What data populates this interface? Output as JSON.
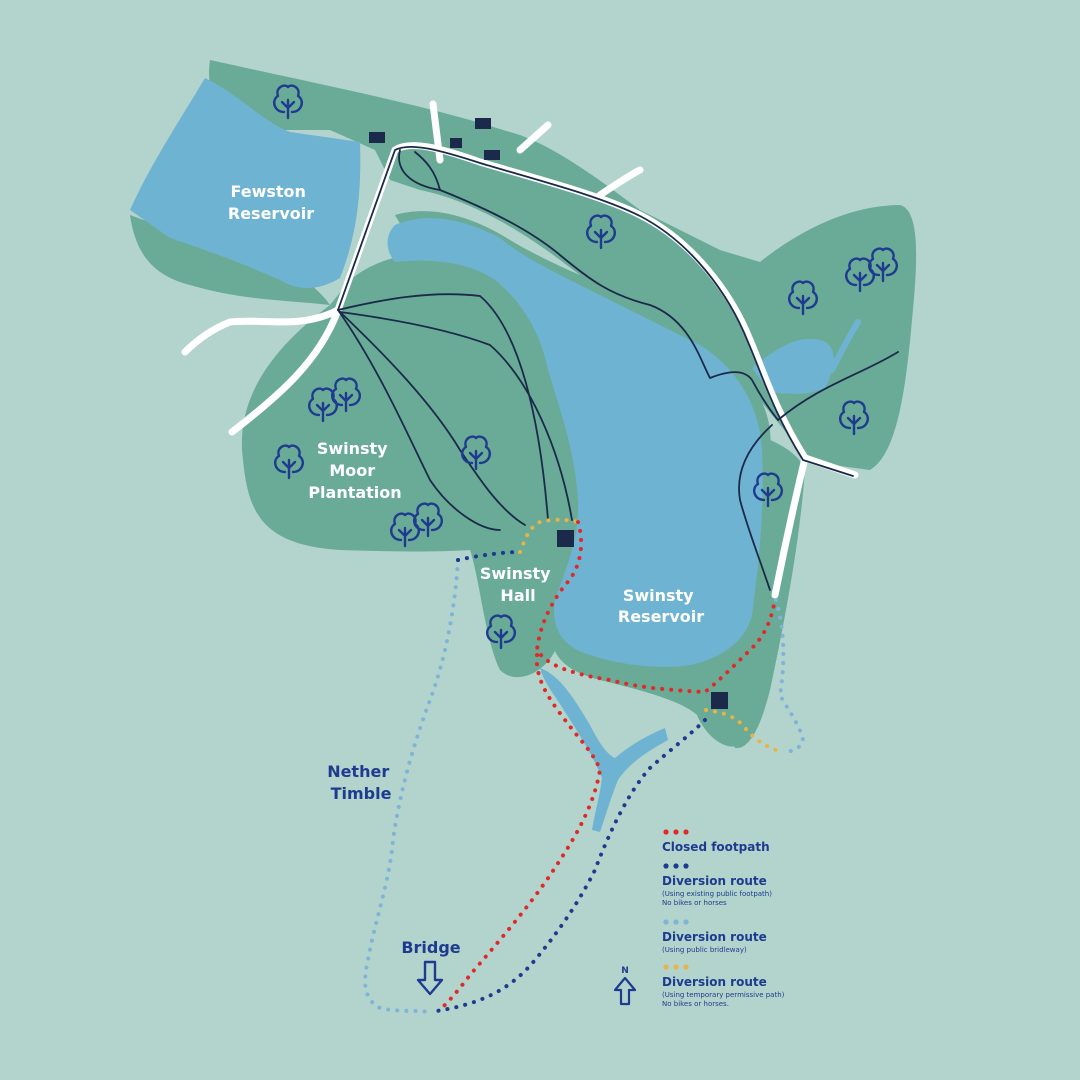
{
  "colors": {
    "background": "#b3d4cc",
    "land": "#6aab97",
    "water": "#6fb3d2",
    "road": "#ffffff",
    "track": "#1b2a4a",
    "building": "#1b2a4a",
    "tree": "#1f3b8f",
    "closed_footpath": "#e02a2a",
    "diversion_footpath": "#1f3b8f",
    "diversion_bridleway": "#7fb4d8",
    "diversion_permissive": "#e7b34a",
    "label_text": "#1f3b8f"
  },
  "labels": {
    "fewston_line1": "Fewston",
    "fewston_line2": "Reservoir",
    "moor_line1": "Swinsty",
    "moor_line2": "Moor",
    "moor_line3": "Plantation",
    "hall_line1": "Swinsty",
    "hall_line2": "Hall",
    "reservoir_line1": "Swinsty",
    "reservoir_line2": "Reservoir",
    "nether_line1": "Nether",
    "nether_line2": "Timble",
    "bridge": "Bridge",
    "north": "N"
  },
  "icons": {
    "tree": "tree-icon",
    "building": "building-icon",
    "bridge_arrow": "down-arrow-icon",
    "north_arrow": "north-arrow-icon"
  },
  "legend": {
    "items": [
      {
        "key": "closed",
        "color": "#e02a2a",
        "title": "Closed footpath",
        "sub1": "",
        "sub2": ""
      },
      {
        "key": "div_footpath",
        "color": "#1f3b8f",
        "title": "Diversion route",
        "sub1": "(Using existing public footpath)",
        "sub2": "No bikes or horses"
      },
      {
        "key": "div_bridleway",
        "color": "#7fb4d8",
        "title": "Diversion route",
        "sub1": "(Using public bridleway)",
        "sub2": ""
      },
      {
        "key": "div_permissive",
        "color": "#e7b34a",
        "title": "Diversion route",
        "sub1": "(Using temporary permissive path)",
        "sub2": "No bikes or horses."
      }
    ]
  }
}
